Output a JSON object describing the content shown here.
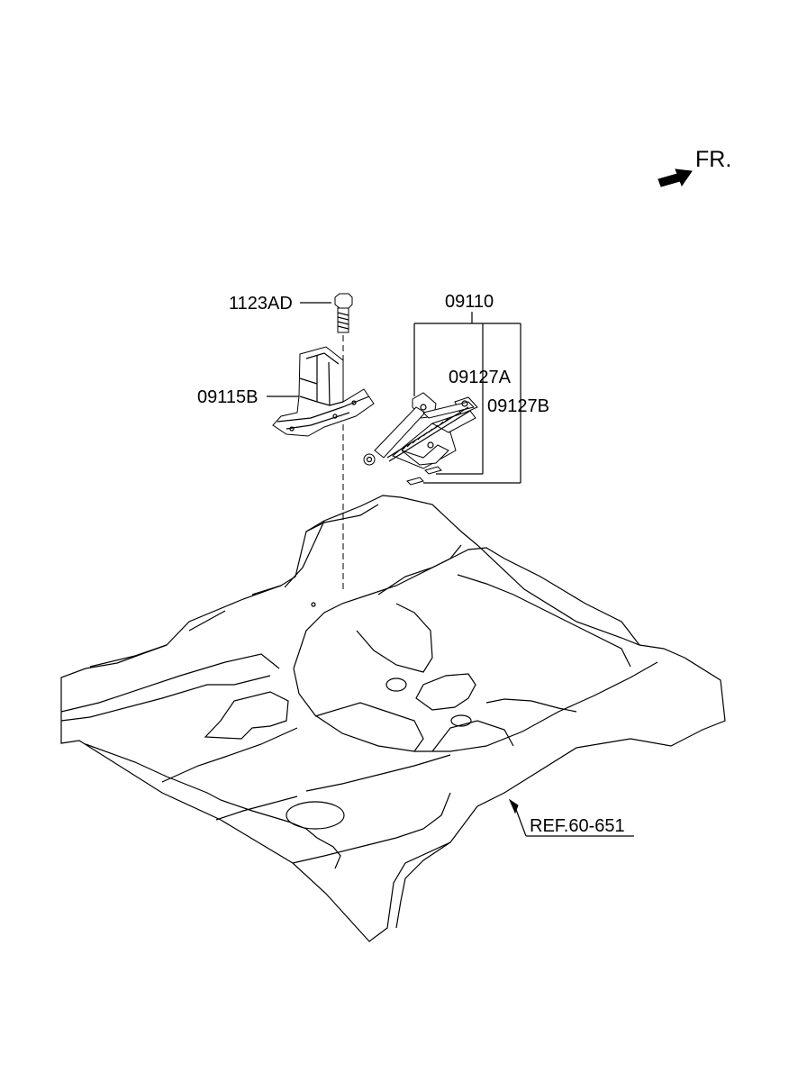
{
  "direction": {
    "label": "FR.",
    "arrow_icon": "filled-arrow-right-icon"
  },
  "parts": {
    "bolt": {
      "code": "1123AD"
    },
    "jack_bracket": {
      "code": "09115B"
    },
    "jack_assembly": {
      "code": "09110"
    },
    "jack_handle_a": {
      "code": "09127A"
    },
    "jack_handle_b": {
      "code": "09127B"
    }
  },
  "reference": {
    "label": "REF.60-651"
  },
  "colors": {
    "line": "#000000",
    "background": "#ffffff"
  }
}
